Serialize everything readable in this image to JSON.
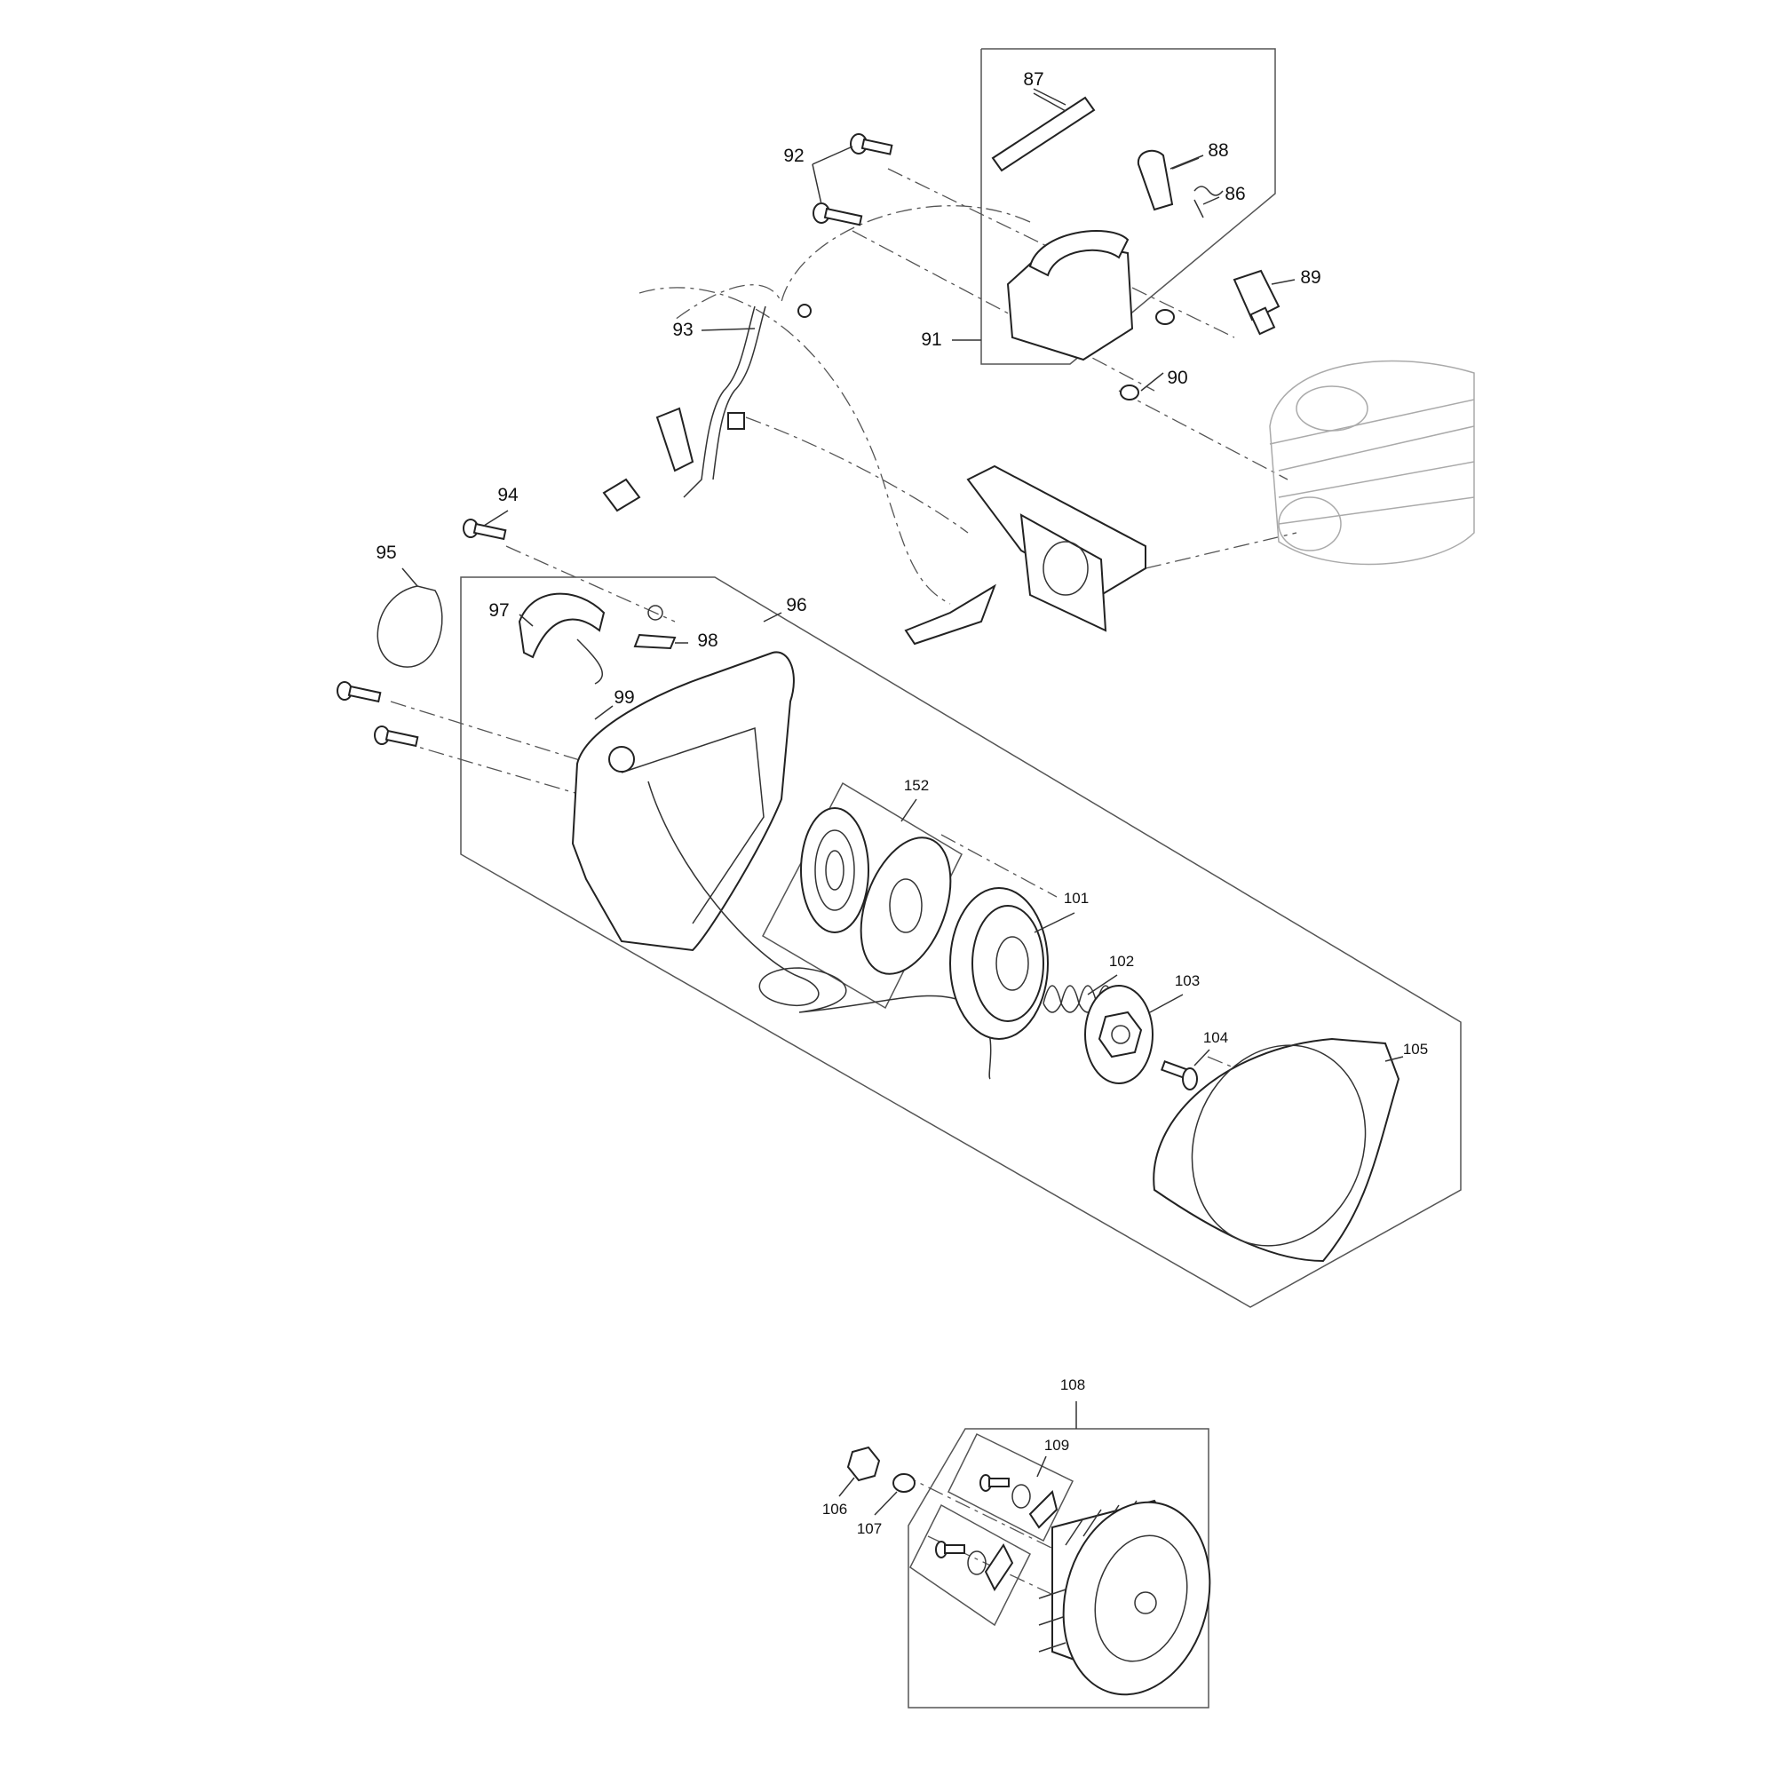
{
  "diagram": {
    "type": "exploded-parts-diagram",
    "callouts": [
      "87",
      "88",
      "86",
      "89",
      "92",
      "93",
      "91",
      "90",
      "94",
      "95",
      "97",
      "96",
      "98",
      "99",
      "152",
      "101",
      "102",
      "103",
      "104",
      "105",
      "108",
      "109",
      "106",
      "107"
    ]
  }
}
